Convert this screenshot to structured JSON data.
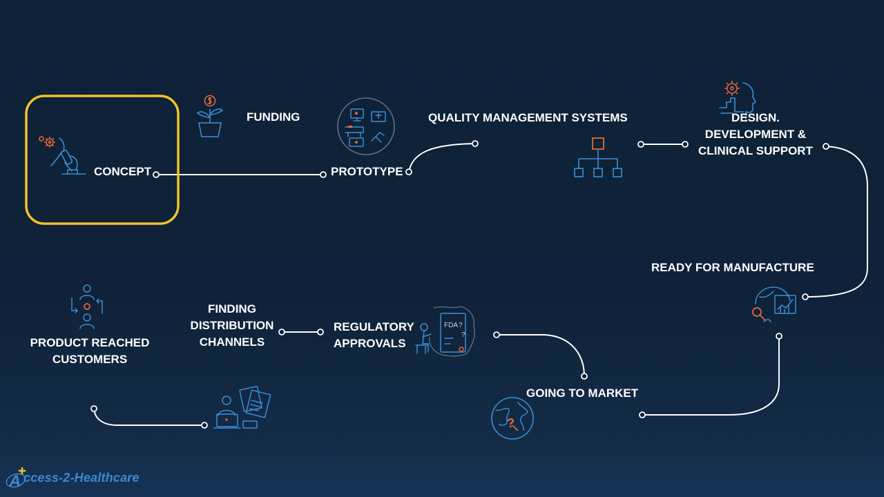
{
  "steps": {
    "concept": "CONCEPT",
    "funding": "FUNDING",
    "prototype": "PROTOTYPE",
    "qms": "QUALITY MANAGEMENT SYSTEMS",
    "design": [
      "DESIGN.",
      "DEVELOPMENT &",
      "CLINICAL SUPPORT"
    ],
    "manufacture": "READY FOR MANUFACTURE",
    "market": "GOING TO MARKET",
    "regulatory": [
      "REGULATORY",
      "APPROVALS"
    ],
    "distribution": [
      "FINDING",
      "DISTRIBUTION",
      "CHANNELS"
    ],
    "customers": [
      "PRODUCT REACHED",
      "CUSTOMERS"
    ]
  },
  "icon_labels": {
    "fda": "FDA",
    "question": "?",
    "market_question": "?"
  },
  "footer": {
    "brand": "ccess-2-Healthcare",
    "brand_letter": "A"
  },
  "colors": {
    "background": "#0f2239",
    "line": "#ffffff",
    "icon_blue": "#3b8fd4",
    "icon_orange": "#e8673a",
    "highlight": "#f2c230"
  },
  "highlighted_step": "concept"
}
